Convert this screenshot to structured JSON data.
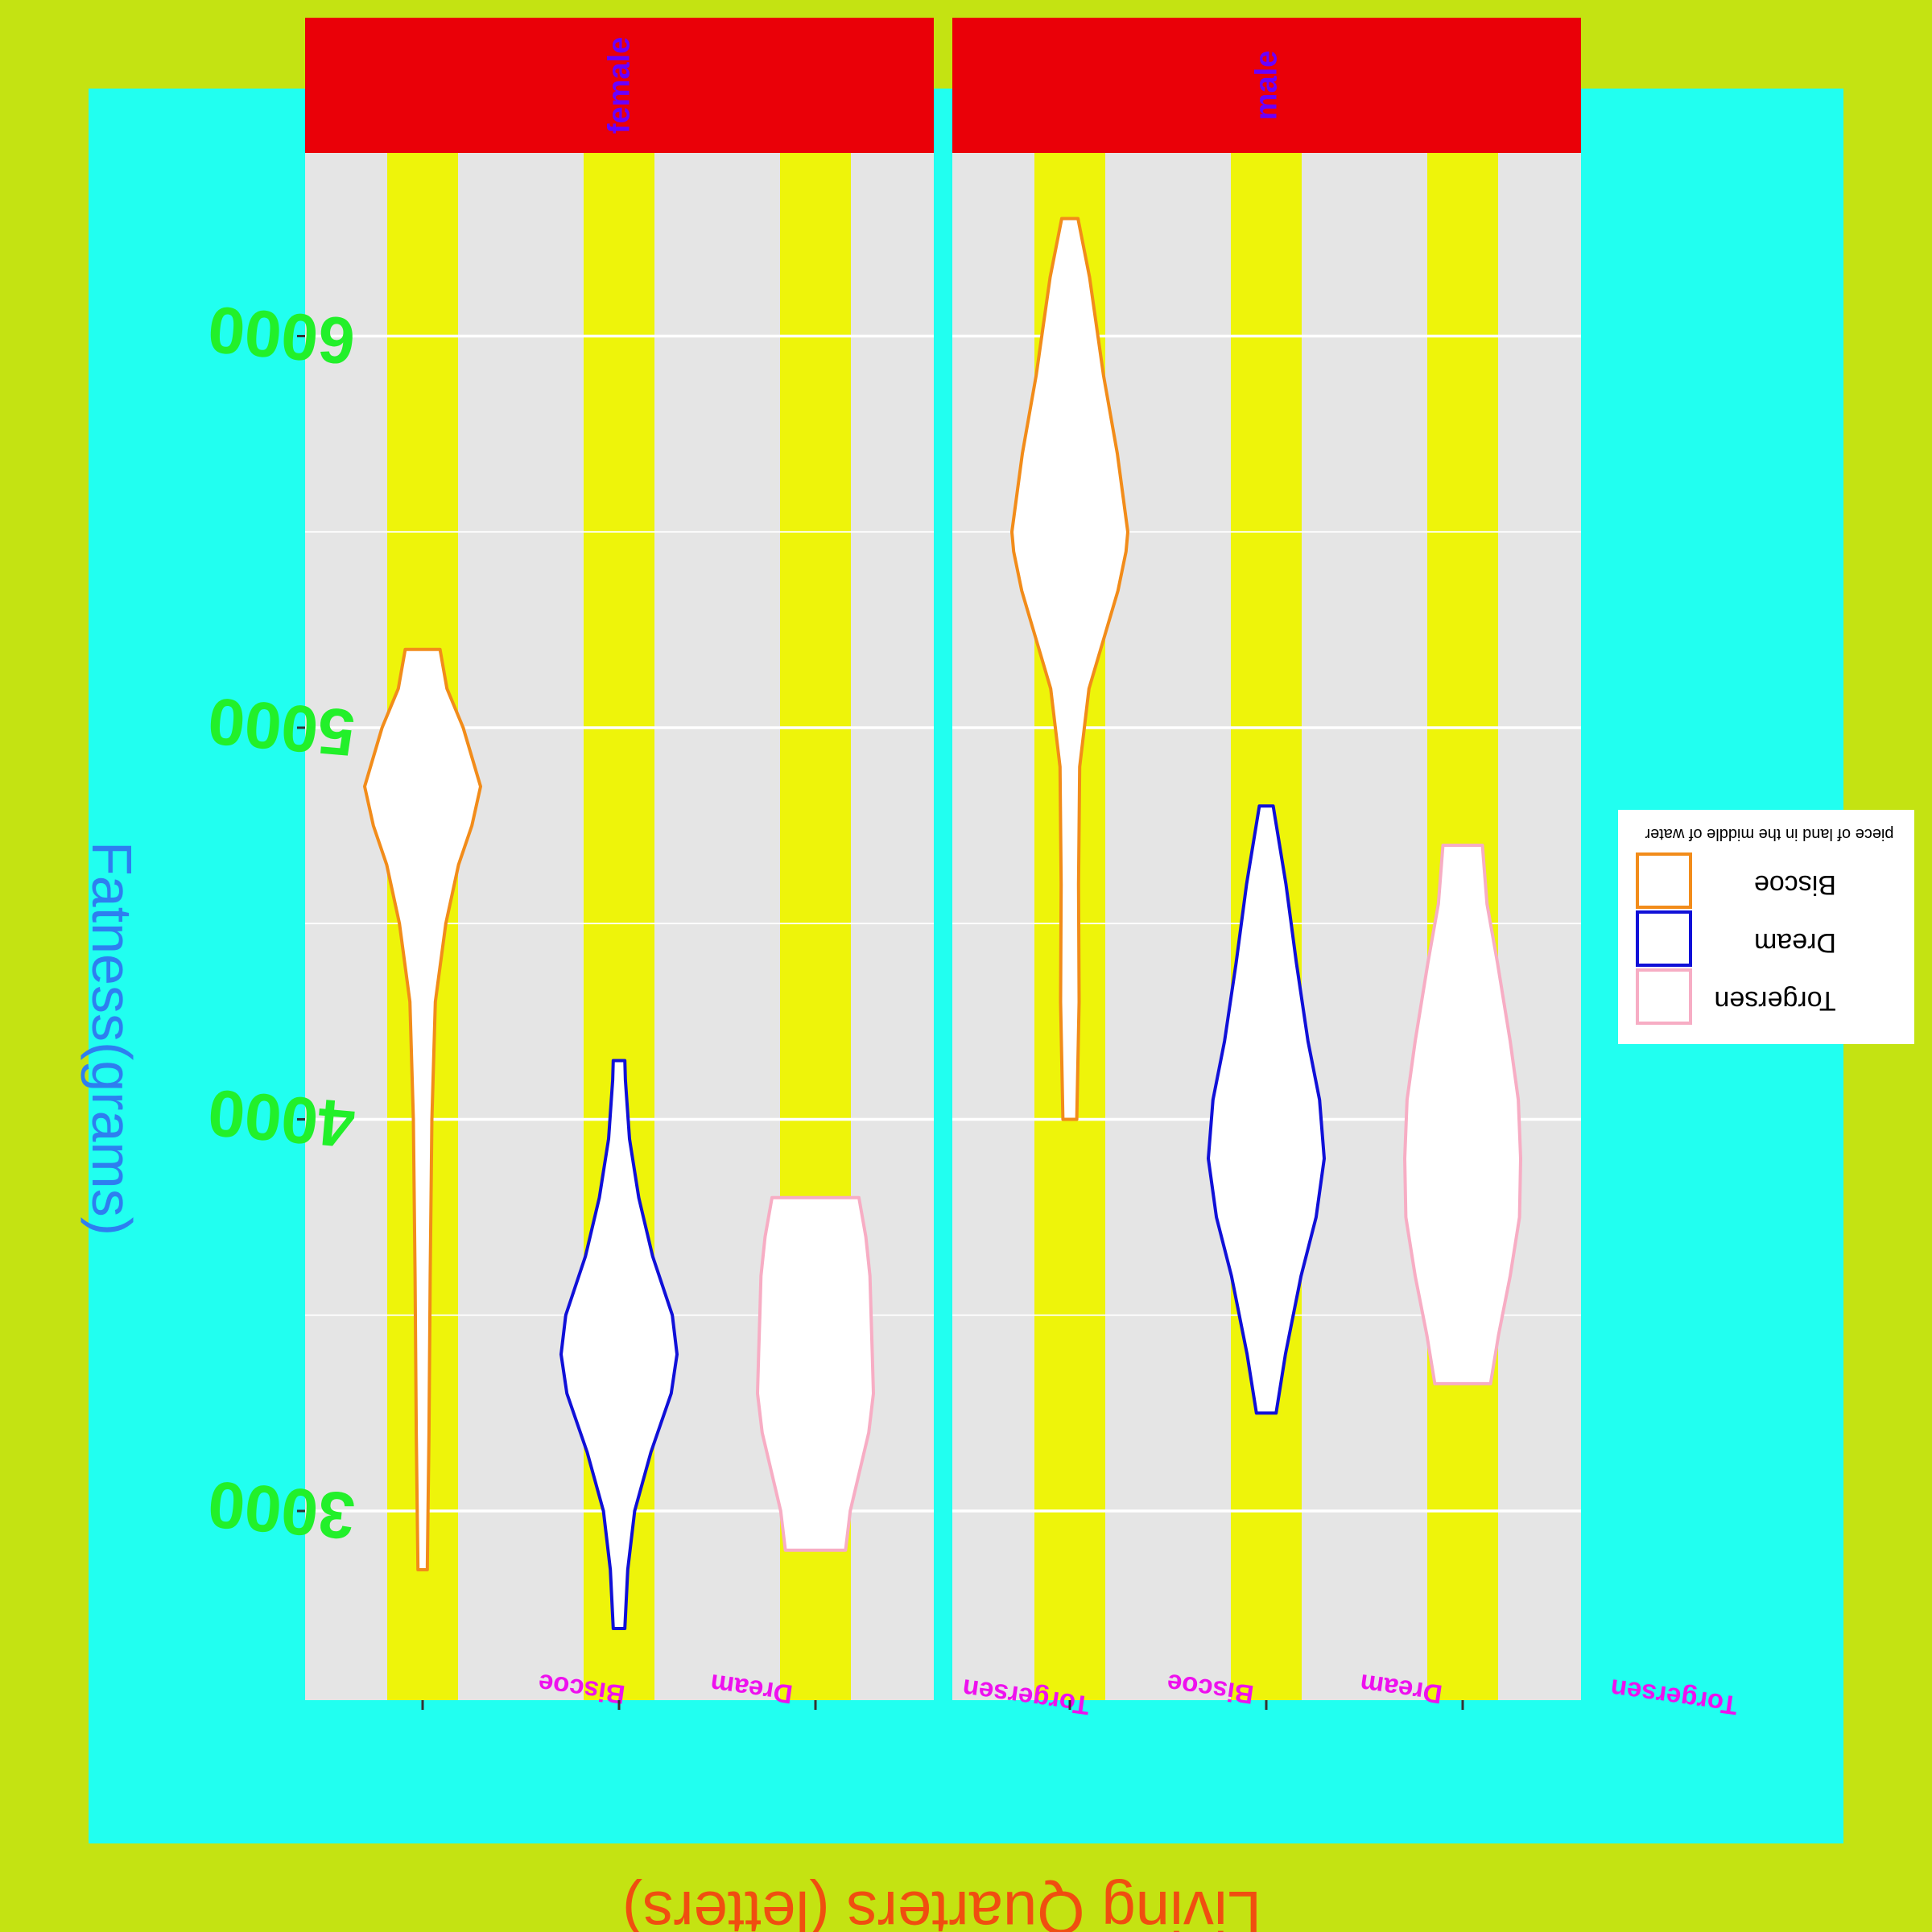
{
  "chart_data": {
    "type": "violin",
    "facet_labels": [
      "female",
      "male"
    ],
    "categories": [
      "Biscoe",
      "Dream",
      "Torgersen"
    ],
    "xlabel": "Living Quarters (letters)",
    "ylabel": "Fatness(grams)",
    "y_ticks": [
      3000,
      4000,
      5000,
      6000
    ],
    "ylim": [
      2600,
      6450
    ],
    "legend": {
      "title": "piece of land in the middle of water",
      "position": "right",
      "entries": [
        "Biscoe",
        "Dream",
        "Torgersen"
      ]
    },
    "colors": {
      "Biscoe": "#f28c1a",
      "Dream": "#1010d8",
      "Torgersen": "#f7adc4",
      "facet_strip": "#ea0008",
      "strip_text": "#6a00ff",
      "panel_bg": "#e5e5e5",
      "band": "#eef40a",
      "plot_bg": "#21fff0",
      "page_bg": "#c4e312",
      "tick_labels_y": "#22f02a",
      "tick_labels_x": "#ee10ee",
      "xlabel": "#f04e10",
      "ylabel": "#2e7ef0"
    },
    "violins": [
      {
        "facet": "female",
        "category": "Biscoe",
        "min": 2850,
        "max": 5200,
        "profile": [
          [
            2850,
            0.08
          ],
          [
            3200,
            0.11
          ],
          [
            3600,
            0.13
          ],
          [
            4000,
            0.16
          ],
          [
            4300,
            0.22
          ],
          [
            4500,
            0.4
          ],
          [
            4650,
            0.62
          ],
          [
            4750,
            0.85
          ],
          [
            4850,
            1.0
          ],
          [
            5000,
            0.7
          ],
          [
            5100,
            0.42
          ],
          [
            5200,
            0.3
          ]
        ]
      },
      {
        "facet": "female",
        "category": "Dream",
        "min": 2700,
        "max": 4150,
        "profile": [
          [
            2700,
            0.1
          ],
          [
            2850,
            0.15
          ],
          [
            3000,
            0.27
          ],
          [
            3150,
            0.55
          ],
          [
            3300,
            0.9
          ],
          [
            3400,
            1.0
          ],
          [
            3500,
            0.92
          ],
          [
            3650,
            0.58
          ],
          [
            3800,
            0.34
          ],
          [
            3950,
            0.18
          ],
          [
            4100,
            0.11
          ],
          [
            4150,
            0.1
          ]
        ]
      },
      {
        "facet": "female",
        "category": "Torgersen",
        "min": 2900,
        "max": 3800,
        "profile": [
          [
            2900,
            0.52
          ],
          [
            3000,
            0.6
          ],
          [
            3100,
            0.76
          ],
          [
            3200,
            0.92
          ],
          [
            3300,
            1.0
          ],
          [
            3400,
            0.98
          ],
          [
            3500,
            0.96
          ],
          [
            3600,
            0.94
          ],
          [
            3700,
            0.87
          ],
          [
            3800,
            0.75
          ]
        ]
      },
      {
        "facet": "male",
        "category": "Biscoe",
        "min": 4000,
        "max": 6300,
        "profile": [
          [
            4000,
            0.12
          ],
          [
            4300,
            0.16
          ],
          [
            4600,
            0.15
          ],
          [
            4900,
            0.17
          ],
          [
            5100,
            0.33
          ],
          [
            5250,
            0.63
          ],
          [
            5350,
            0.83
          ],
          [
            5450,
            0.97
          ],
          [
            5500,
            1.0
          ],
          [
            5700,
            0.82
          ],
          [
            5900,
            0.58
          ],
          [
            6150,
            0.34
          ],
          [
            6300,
            0.14
          ]
        ]
      },
      {
        "facet": "male",
        "category": "Dream",
        "min": 3250,
        "max": 4800,
        "profile": [
          [
            3250,
            0.17
          ],
          [
            3400,
            0.33
          ],
          [
            3600,
            0.6
          ],
          [
            3750,
            0.86
          ],
          [
            3900,
            1.0
          ],
          [
            4050,
            0.92
          ],
          [
            4200,
            0.72
          ],
          [
            4400,
            0.52
          ],
          [
            4600,
            0.34
          ],
          [
            4800,
            0.12
          ]
        ]
      },
      {
        "facet": "male",
        "category": "Torgersen",
        "min": 3325,
        "max": 4700,
        "profile": [
          [
            3325,
            0.48
          ],
          [
            3450,
            0.62
          ],
          [
            3600,
            0.82
          ],
          [
            3750,
            0.98
          ],
          [
            3900,
            1.0
          ],
          [
            4050,
            0.96
          ],
          [
            4200,
            0.82
          ],
          [
            4400,
            0.6
          ],
          [
            4550,
            0.42
          ],
          [
            4700,
            0.34
          ]
        ]
      }
    ]
  }
}
